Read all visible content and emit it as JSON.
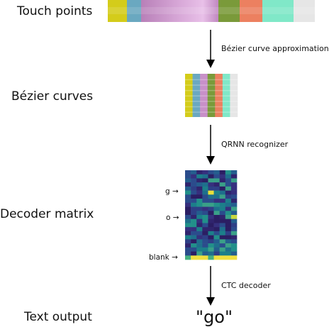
{
  "stages": {
    "touch_points": "Touch points",
    "bezier_curves": "Bézier curves",
    "decoder_matrix": "Decoder matrix",
    "text_output": "Text output"
  },
  "steps": {
    "bezier_approx": "Bézier curve approximation",
    "qrnn": "QRNN recognizer",
    "ctc": "CTC decoder"
  },
  "matrix_row_labels": {
    "g": "g →",
    "o": "o →",
    "blank": "blank →"
  },
  "output": "\"go\"",
  "colors": {
    "arrow": "#000000",
    "touch_segments": [
      "#d4cc1a",
      "#6aa8c0",
      "#c890c8",
      "#7a9a3a",
      "#ec8060",
      "#80e8c8",
      "#e6e6e6"
    ],
    "viridis_low": "#30246e",
    "viridis_high": "#f0e040"
  }
}
